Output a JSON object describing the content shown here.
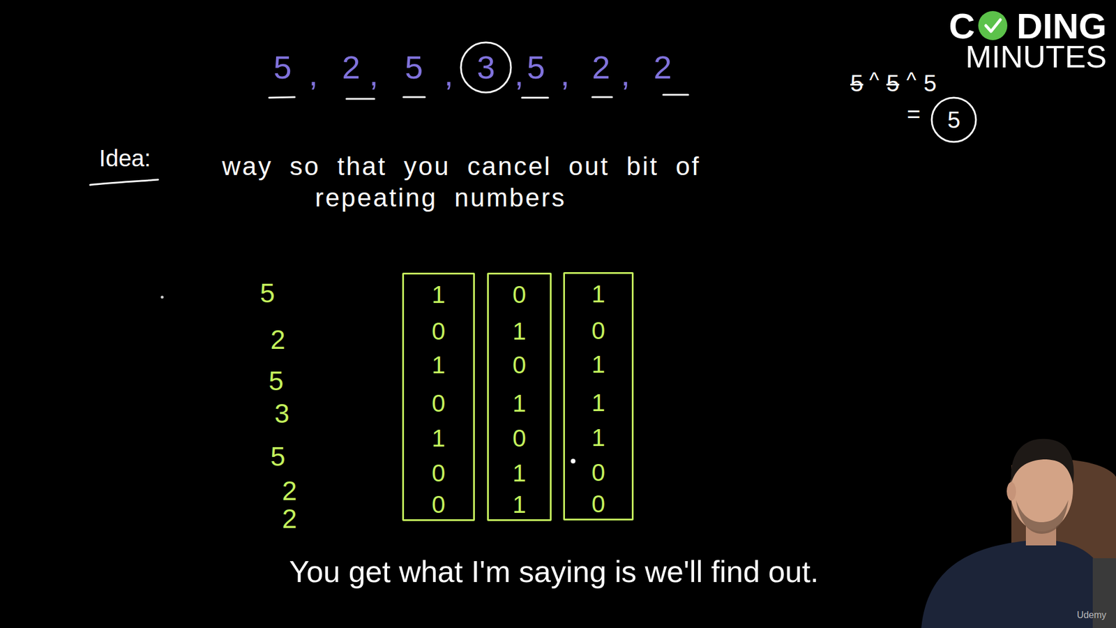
{
  "diagram": {
    "caption": "You get what I'm saying is we'll find out.",
    "nodes": [
      {
        "text": [
          "3"
        ]
      },
      {
        "text": [
          "5"
        ]
      },
      {
        "text": [
          "1",
          "0",
          "1",
          "0",
          "1",
          "0",
          "0"
        ]
      },
      {
        "text": [
          "0",
          "1",
          "0",
          "1",
          "0",
          "1",
          "1"
        ]
      },
      {
        "text": [
          "1",
          "0",
          "1",
          "1",
          "1",
          "0",
          "0"
        ]
      }
    ],
    "labels": [
      "C",
      "DING",
      "MINUTES",
      "5",
      ",",
      "2",
      ",",
      "5",
      ",",
      ",",
      "5",
      ",",
      "2",
      ",",
      "2",
      "5",
      "^",
      "5",
      "^",
      "5",
      "=",
      "Idea:",
      "way so that you cancel out bit of",
      "repeating numbers",
      "5",
      "2",
      "5",
      "3",
      "5",
      "2",
      "2",
      "Udemy"
    ]
  }
}
